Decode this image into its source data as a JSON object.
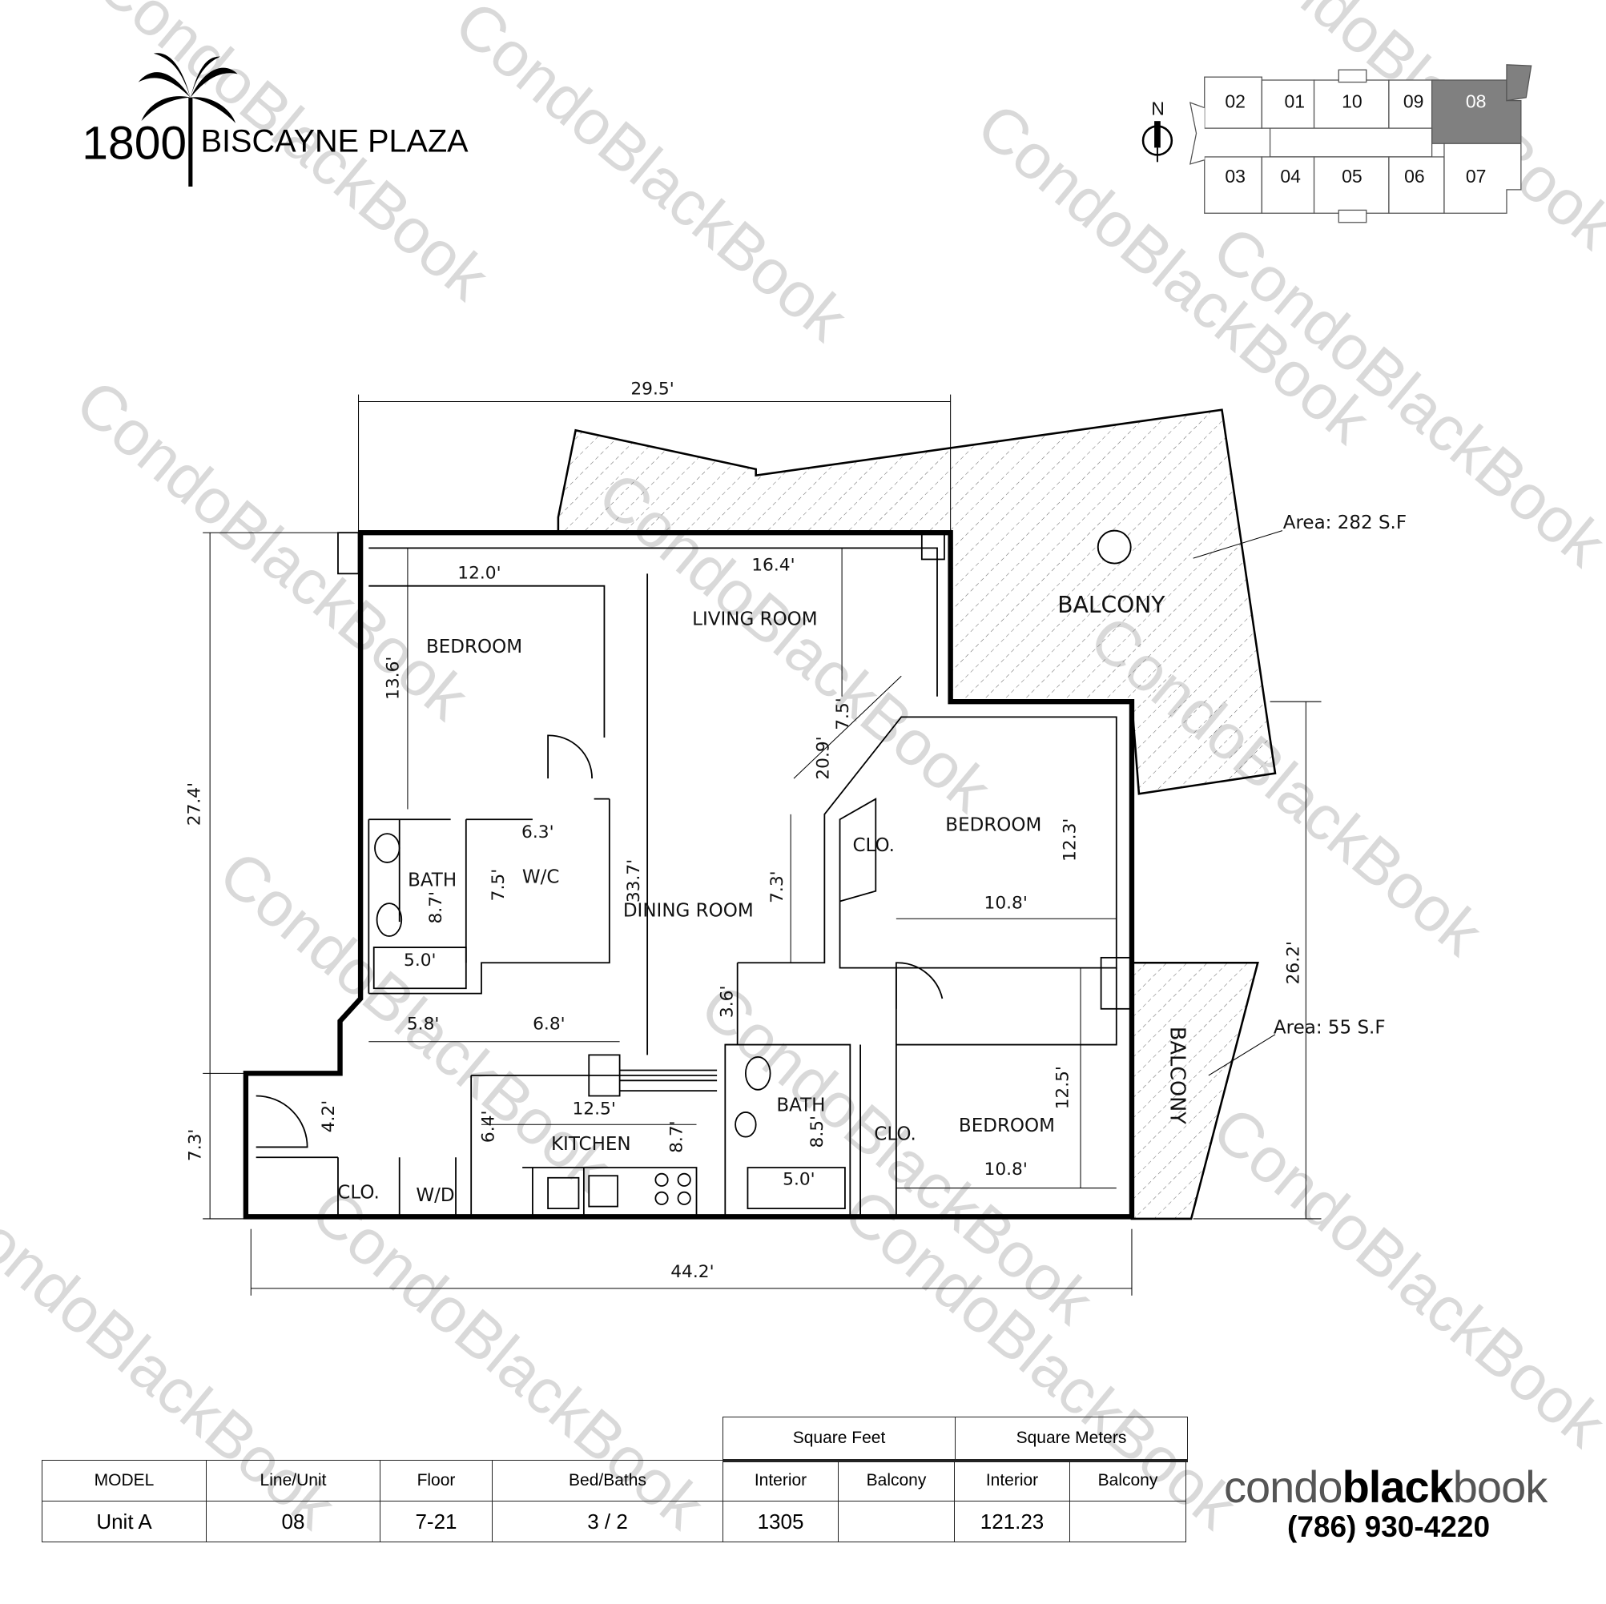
{
  "header": {
    "logo_number": "1800",
    "logo_name": "BISCAYNE PLAZA"
  },
  "keyplan": {
    "compass": "N",
    "highlight_color": "#808080",
    "selected_unit": "08",
    "top_row": [
      "02",
      "01",
      "10",
      "09",
      "08"
    ],
    "bottom_row": [
      "03",
      "04",
      "05",
      "06",
      "07"
    ]
  },
  "watermark": "CondoBlackBook",
  "rooms": {
    "bedroom1": "BEDROOM",
    "living": "LIVING ROOM",
    "balcony1": "BALCONY",
    "balcony1_area": "Area:  282  S.F",
    "bedroom2": "BEDROOM",
    "clo1": "CLO.",
    "bath1": "BATH",
    "wc": "W/C",
    "dining": "DINING ROOM",
    "bedroom3": "BEDROOM",
    "clo2": "CLO.",
    "bath2": "BATH",
    "kitchen": "KITCHEN",
    "clo3": "CLO.",
    "wd": "W/D",
    "balcony2": "BALCONY",
    "balcony2_area": "Area:  55  S.F"
  },
  "dimensions": {
    "top_width": "29.5'",
    "bed1_w": "12.0'",
    "living_w": "16.4'",
    "bed1_h": "13.6'",
    "left_h": "27.4'",
    "living_diag": "20.9'",
    "angle_seg": "7.5'",
    "wc_w": "6.3'",
    "wc_h": "7.5'",
    "dining_h": "33.7'",
    "bath1_h": "8.7'",
    "hall_h": "7.3'",
    "bath1_w": "5.0'",
    "bed2_h": "12.3'",
    "bed2_w": "10.8'",
    "laundry_w": "5.8'",
    "pass_w": "6.8'",
    "foyer_h": "3.6'",
    "right_h": "26.2'",
    "bed3_h": "12.5'",
    "clo3_h": "4.2'",
    "kitchen_w": "12.5'",
    "kitchen_side": "6.4'",
    "kitchen_h": "8.7'",
    "bath2_h": "8.5'",
    "bath2_w": "5.0'",
    "bed3_w": "10.8'",
    "lower_left_h": "7.3'",
    "bottom_width": "44.2'"
  },
  "table": {
    "group_headers": [
      "Square Feet",
      "Square Meters"
    ],
    "headers": [
      "MODEL",
      "Line/Unit",
      "Floor",
      "Bed/Baths",
      "Interior",
      "Balcony",
      "Interior",
      "Balcony"
    ],
    "row": [
      "Unit A",
      "08",
      "7-21",
      "3 / 2",
      "1305",
      "",
      "121.23",
      ""
    ]
  },
  "brand": {
    "part1": "condo",
    "part2": "black",
    "part3": "book",
    "phone": "(786) 930-4220"
  }
}
